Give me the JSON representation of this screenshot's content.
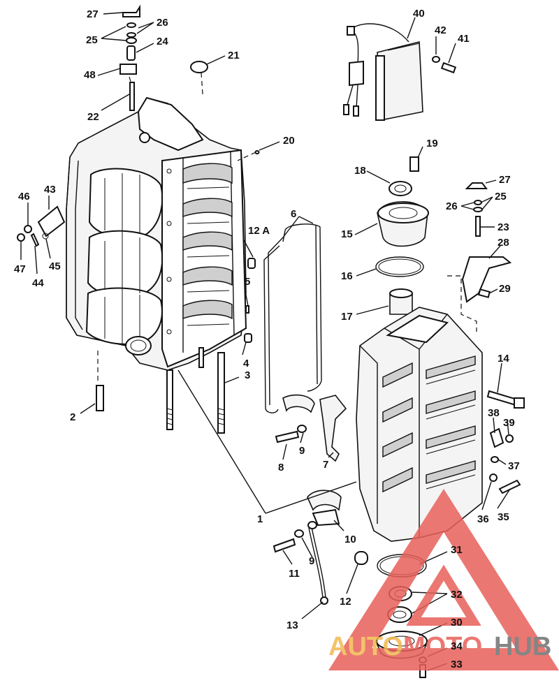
{
  "watermark": {
    "part1": "AUTO",
    "part2": "MOTO",
    "part3": "HUB",
    "color_part1": "#f2b84f",
    "color_part2": "#e8605a",
    "color_part3": "#707070",
    "triangle_color": "#e8605a"
  },
  "callouts": [
    {
      "id": "c27a",
      "text": "27"
    },
    {
      "id": "c26a",
      "text": "26"
    },
    {
      "id": "c25a",
      "text": "25"
    },
    {
      "id": "c24",
      "text": "24"
    },
    {
      "id": "c48",
      "text": "48"
    },
    {
      "id": "c21",
      "text": "21"
    },
    {
      "id": "c22",
      "text": "22"
    },
    {
      "id": "c40",
      "text": "40"
    },
    {
      "id": "c42",
      "text": "42"
    },
    {
      "id": "c41",
      "text": "41"
    },
    {
      "id": "c20",
      "text": "20"
    },
    {
      "id": "c19",
      "text": "19"
    },
    {
      "id": "c18",
      "text": "18"
    },
    {
      "id": "c27b",
      "text": "27"
    },
    {
      "id": "c25b",
      "text": "25"
    },
    {
      "id": "c26b",
      "text": "26"
    },
    {
      "id": "c23",
      "text": "23"
    },
    {
      "id": "c28",
      "text": "28"
    },
    {
      "id": "c29",
      "text": "29"
    },
    {
      "id": "c46",
      "text": "46"
    },
    {
      "id": "c43",
      "text": "43"
    },
    {
      "id": "c47",
      "text": "47"
    },
    {
      "id": "c44",
      "text": "44"
    },
    {
      "id": "c45",
      "text": "45"
    },
    {
      "id": "c6",
      "text": "6"
    },
    {
      "id": "c12a",
      "text": "12 A"
    },
    {
      "id": "c15",
      "text": "15"
    },
    {
      "id": "c16",
      "text": "16"
    },
    {
      "id": "c17",
      "text": "17"
    },
    {
      "id": "c5",
      "text": "5"
    },
    {
      "id": "c4",
      "text": "4"
    },
    {
      "id": "c3",
      "text": "3"
    },
    {
      "id": "c2",
      "text": "2"
    },
    {
      "id": "c14",
      "text": "14"
    },
    {
      "id": "c38",
      "text": "38"
    },
    {
      "id": "c39",
      "text": "39"
    },
    {
      "id": "c37",
      "text": "37"
    },
    {
      "id": "c8",
      "text": "8"
    },
    {
      "id": "c9a",
      "text": "9"
    },
    {
      "id": "c7",
      "text": "7"
    },
    {
      "id": "c36",
      "text": "36"
    },
    {
      "id": "c35",
      "text": "35"
    },
    {
      "id": "c1",
      "text": "1"
    },
    {
      "id": "c10",
      "text": "10"
    },
    {
      "id": "c9b",
      "text": "9"
    },
    {
      "id": "c11",
      "text": "11"
    },
    {
      "id": "c31",
      "text": "31"
    },
    {
      "id": "c32",
      "text": "32"
    },
    {
      "id": "c12",
      "text": "12"
    },
    {
      "id": "c13",
      "text": "13"
    },
    {
      "id": "c30",
      "text": "30"
    },
    {
      "id": "c34",
      "text": "34"
    },
    {
      "id": "c33",
      "text": "33"
    }
  ]
}
